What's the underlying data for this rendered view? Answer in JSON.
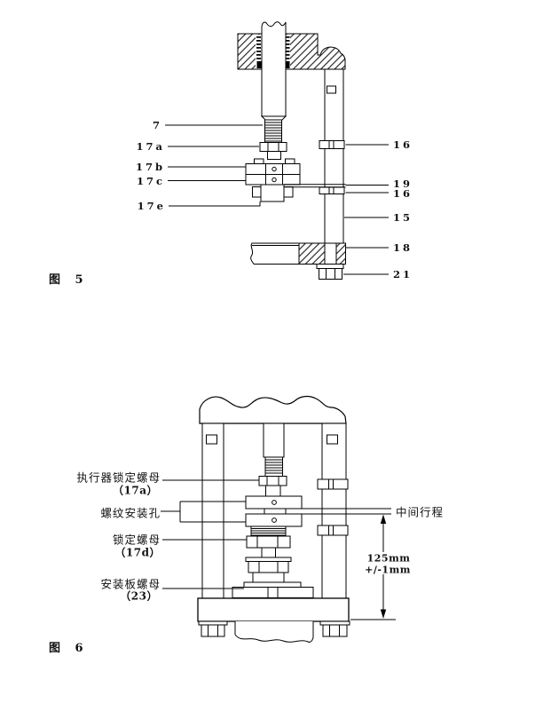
{
  "figure5": {
    "caption": "图 5",
    "left_labels": [
      "7",
      "17a",
      "17b",
      "17c",
      "17e"
    ],
    "right_labels": [
      "16",
      "19",
      "16",
      "15",
      "18",
      "21"
    ]
  },
  "figure6": {
    "caption": "图 6",
    "left_labels": [
      {
        "name": "执行器锁定螺母",
        "ref": "（17a）"
      },
      {
        "name": "螺纹安装孔",
        "ref": ""
      },
      {
        "name": "锁定螺母",
        "ref": "（17d）"
      },
      {
        "name": "安装板螺母",
        "ref": "（23）"
      }
    ],
    "mid_travel_label": "中间行程",
    "dimension_value": "125mm",
    "dimension_tolerance": "+/-1mm"
  },
  "colors": {
    "line": "#000000",
    "background": "#ffffff"
  }
}
